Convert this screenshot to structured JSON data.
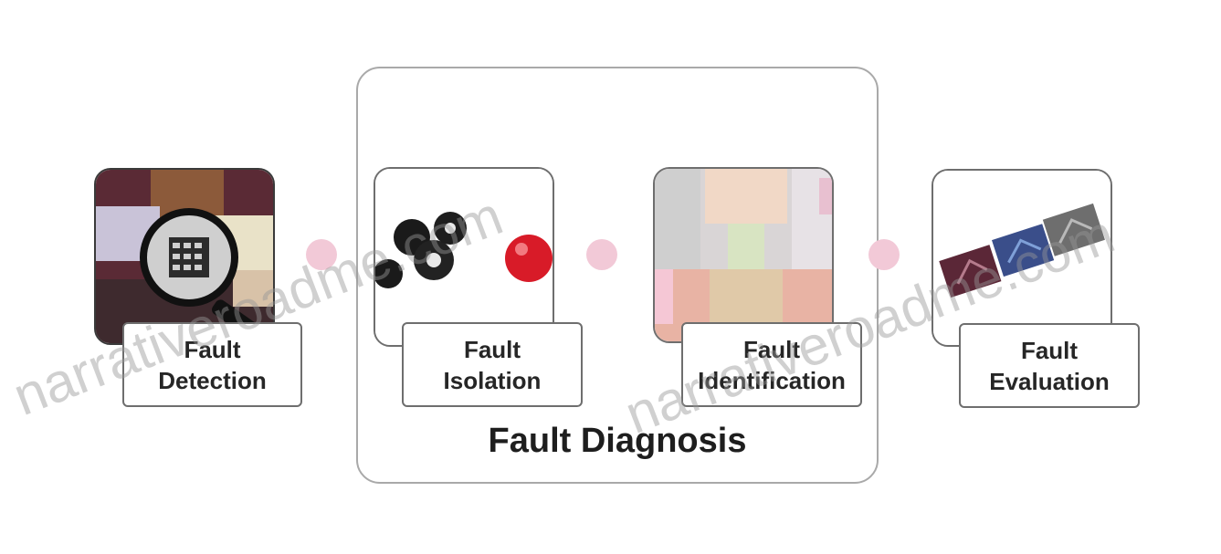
{
  "diagram": {
    "group_title": "Fault Diagnosis",
    "steps": [
      {
        "label": "Fault\nDetection"
      },
      {
        "label": "Fault\nIsolation"
      },
      {
        "label": "Fault\nIdentification"
      },
      {
        "label": "Fault\nEvaluation"
      }
    ],
    "connector_color": "#f2c9d7"
  },
  "watermarks": [
    "narrativeroadme.com",
    "narrativeroadme.com"
  ]
}
